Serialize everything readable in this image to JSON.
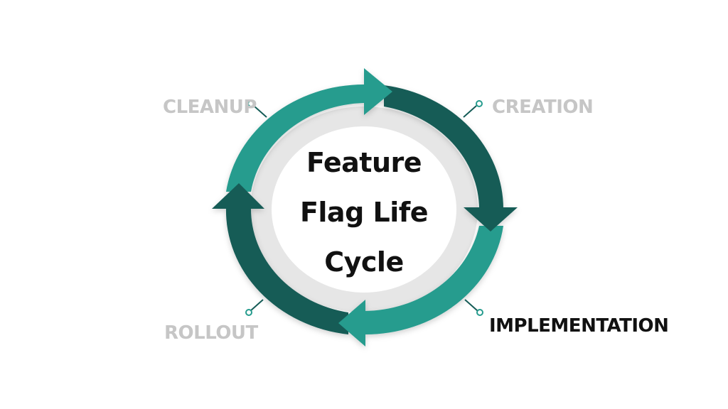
{
  "title_lines": [
    "Feature",
    "Flag Life",
    "Cycle"
  ],
  "stages": {
    "creation": "CREATION",
    "implementation": "IMPLEMENTATION",
    "rollout": "ROLLOUT",
    "cleanup": "CLEANUP"
  },
  "colors": {
    "teal_light": "#269C8E",
    "teal_dark": "#145B56",
    "ring_inner": "#e6e6e6",
    "label_muted": "#c6c6c6",
    "label_active": "#111111"
  }
}
